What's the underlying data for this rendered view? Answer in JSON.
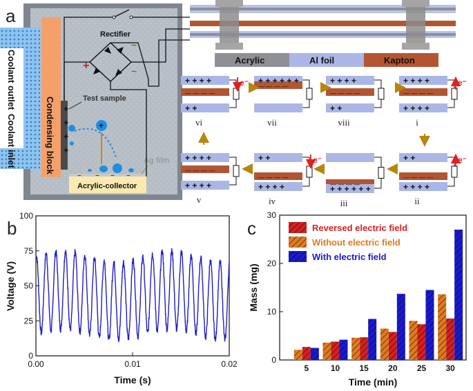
{
  "panels": {
    "a": "a",
    "b": "b",
    "c": "c"
  },
  "panel_a": {
    "rectifier_label": "Rectifier",
    "coolant_outlet": "Coolant outlet",
    "coolant_inlet": "Coolant inlet",
    "condensing_block": "Condensing block",
    "test_sample": "Test sample",
    "ag_film": "Ag film",
    "acrylic_collector": "Acrylic-collector",
    "plus_sign": "+",
    "minus_sign": "−",
    "tilde_sign": "~",
    "electron": "e⁻",
    "legend": {
      "acrylic": "Acrylic",
      "al_foil": "Al foil",
      "kapton": "Kapton"
    },
    "colors": {
      "acrylic": "#8f9096",
      "al_foil": "#aab7e6",
      "kapton": "#b45532",
      "condensing_block": "#f5a06a",
      "coolant": "#4a90d9",
      "droplet": "#1e8fe0",
      "arrow": "#b8860b"
    },
    "stages": [
      {
        "id": "i",
        "top": "+ + + +",
        "mid": "— — — —",
        "bot": "+ + + +"
      },
      {
        "id": "ii",
        "top": "+ +",
        "mid": "— — — —",
        "bot": "+ + + +"
      },
      {
        "id": "iii",
        "top": "",
        "mid": "— — — —",
        "bot": "+ + + + + +"
      },
      {
        "id": "iv",
        "top": "+ +",
        "mid": "— — — —",
        "bot": "+ + + +"
      },
      {
        "id": "v",
        "top": "+ + + +",
        "mid": "— — — —",
        "bot": "+ + + +"
      },
      {
        "id": "vi",
        "top": "+ + + +",
        "mid": "— — — —",
        "bot": "+ +"
      },
      {
        "id": "vii",
        "top": "+ + + + + +",
        "mid": "— — — —",
        "bot": ""
      },
      {
        "id": "viii",
        "top": "+ + + +",
        "mid": "— — — —",
        "bot": "+ +"
      }
    ]
  },
  "chart_data": [
    {
      "type": "line",
      "panel": "b",
      "xlabel": "Time (s)",
      "ylabel": "Voltage (V)",
      "xlim": [
        0.0,
        0.02
      ],
      "ylim": [
        0,
        100
      ],
      "xticks": [
        "0.00",
        "0.01",
        "0.02"
      ],
      "yticks": [
        "0",
        "25",
        "50",
        "75",
        "100"
      ],
      "series": [
        {
          "color": "#1c1ccc",
          "frequency_hz": 1000,
          "center": 43,
          "amplitude": 28
        }
      ]
    },
    {
      "type": "bar",
      "panel": "c",
      "xlabel": "Time (min)",
      "ylabel": "Mass (mg)",
      "categories": [
        "5",
        "10",
        "15",
        "20",
        "25",
        "30"
      ],
      "ylim": [
        0,
        30
      ],
      "yticks": [
        "0",
        "10",
        "20",
        "30"
      ],
      "legend_position": "top-left",
      "series": [
        {
          "name": "Reversed electric field",
          "color": "#d62020",
          "values": [
            2.7,
            3.8,
            4.7,
            5.8,
            7.4,
            8.6
          ]
        },
        {
          "name": "Without electric field",
          "color": "#e07a20",
          "values": [
            2.1,
            3.6,
            4.6,
            6.5,
            8.1,
            13.6
          ]
        },
        {
          "name": "With electric field",
          "color": "#1a1acf",
          "values": [
            2.5,
            4.2,
            8.5,
            13.7,
            14.5,
            27.0
          ]
        }
      ]
    }
  ]
}
